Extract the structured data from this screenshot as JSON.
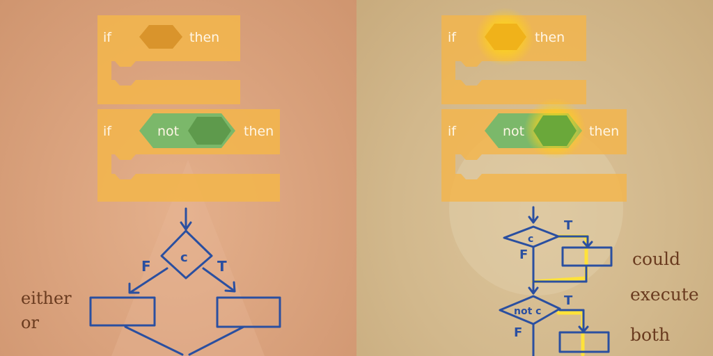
{
  "blocks": {
    "if_label": "if",
    "then_label": "then",
    "not_label": "not"
  },
  "flowchart": {
    "condition": "c",
    "not_condition": "not c",
    "true_label": "T",
    "false_label": "F"
  },
  "annotations": {
    "left_line1": "either",
    "left_line2": "or",
    "right_line1": "could",
    "right_line2": "execute",
    "right_line3": "both"
  },
  "colors": {
    "block_orange": "#f2b54e",
    "operator_green": "#7bb86a",
    "highlight_yellow": "#ffd21a",
    "ink_blue": "#2a4fa0"
  }
}
